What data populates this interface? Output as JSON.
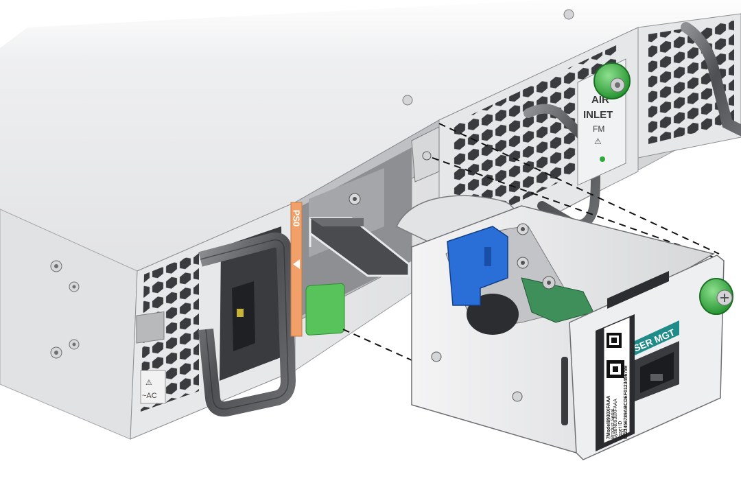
{
  "labels": {
    "psu_slot_marking": "PS0",
    "air_inlet_line1": "AIR",
    "air_inlet_line2": "INLET",
    "fan_module_marking": "FM",
    "warning_symbol": "⚠",
    "psu_power_label": "~AC",
    "module_port_label": "SER MGT",
    "card_line1": "PSN",
    "card_line2": "Product Serial",
    "card_line3": "7Model8930XFAAA",
    "card_line4": "Sys8N0938XFAAA",
    "card_line5": "Asset ID",
    "card_line6": "0123456789ABCDEF0123456789"
  },
  "colors": {
    "chassis_top": "#e9eaeb",
    "chassis_front": "#d5d6d8",
    "slot_marking": "#f0a068",
    "latch_blue": "#2a6fd8",
    "thumbscrew_green": "#2faa3a",
    "filler_green": "#58c35a",
    "label_teal": "#1f8c8a"
  }
}
